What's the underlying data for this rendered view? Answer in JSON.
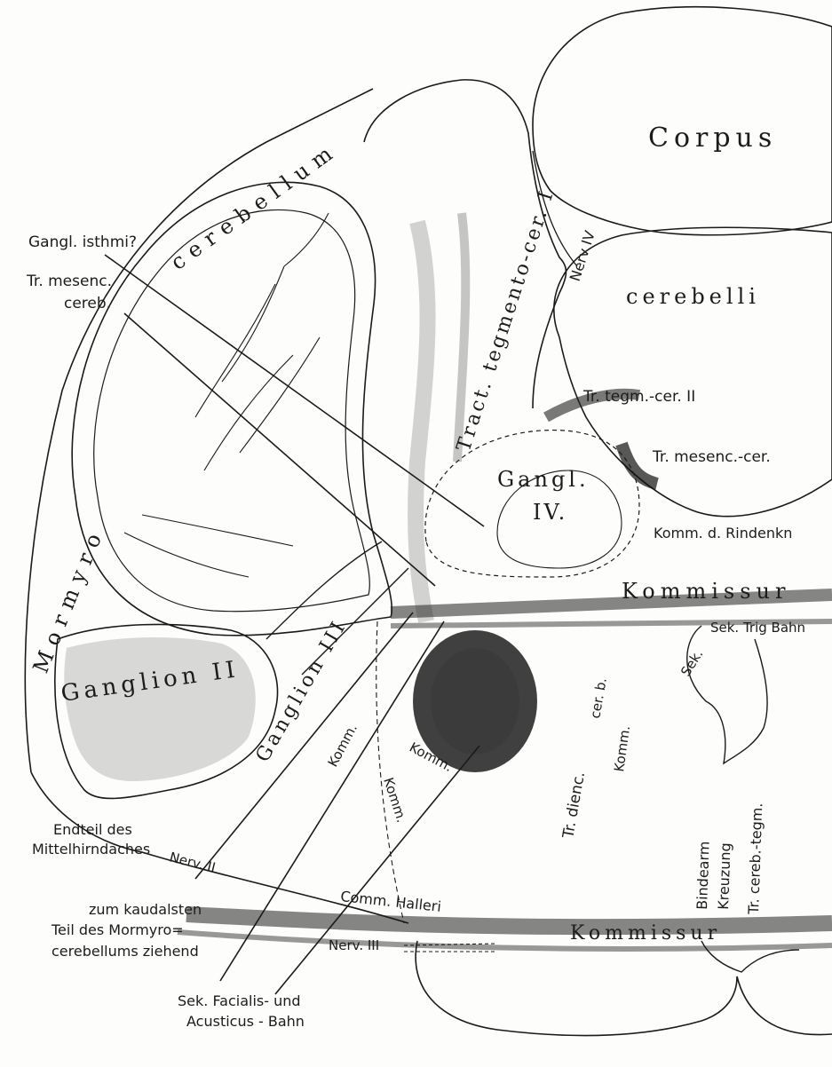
{
  "labels": {
    "corpus": "Corpus",
    "cerebelli": "cerebelli",
    "mormyro": "Mormyro",
    "cerebellum": "cerebellum",
    "nerv_iv": "Nerv IV",
    "gangl_isthmi": "Gangl. isthmi?",
    "tr_mesenc_cereb_1": "Tr. mesenc.",
    "tr_mesenc_cereb_2": "cereb.",
    "tract_tegmento_cer_i": "Tract. tegmento-cer. I",
    "tr_tegm_cer_ii": "Tr. tegm.-cer. II",
    "tr_mesenc_cer": "Tr. mesenc.-cer.",
    "gangl_iv_1": "Gangl.",
    "gangl_iv_2": "IV.",
    "komm_rindenkn": "Komm. d. Rindenkn",
    "kommissur_upper": "Kommissur",
    "sek_trig_bahn": "Sek. Trig Bahn",
    "ganglion_ii": "Ganglion II",
    "ganglion_iii": "Ganglion III",
    "komm_1": "Komm.",
    "komm_2": "Komm.",
    "komm_3": "Komm.",
    "cerebr": "cer. b.",
    "komm_4": "Komm.",
    "tr_dienc": "Tr. dienc.",
    "bindearm": "Bindearm",
    "kreuzung": "Kreuzung",
    "tr_cereb_tegm": "Tr. cereb.-tegm.",
    "endteil_1": "Endteil des",
    "endteil_2": "Mittelhirndaches",
    "nerv_ii": "Nerv. II",
    "comm_halleri": "Comm. Halleri",
    "kommissur_lower": "Kommissur",
    "nerv_iii": "Nerv. III",
    "zum_1": "zum kaudalsten",
    "zum_2": "Teil des Mormyro=",
    "zum_3": "cerebellums ziehend",
    "sek_fac_1": "Sek. Facialis- und",
    "sek_fac_2": "Acusticus - Bahn"
  },
  "colors": {
    "ink": "#1a1a1a",
    "paper": "#fdfdfb",
    "shade": "#6b6b6b"
  }
}
